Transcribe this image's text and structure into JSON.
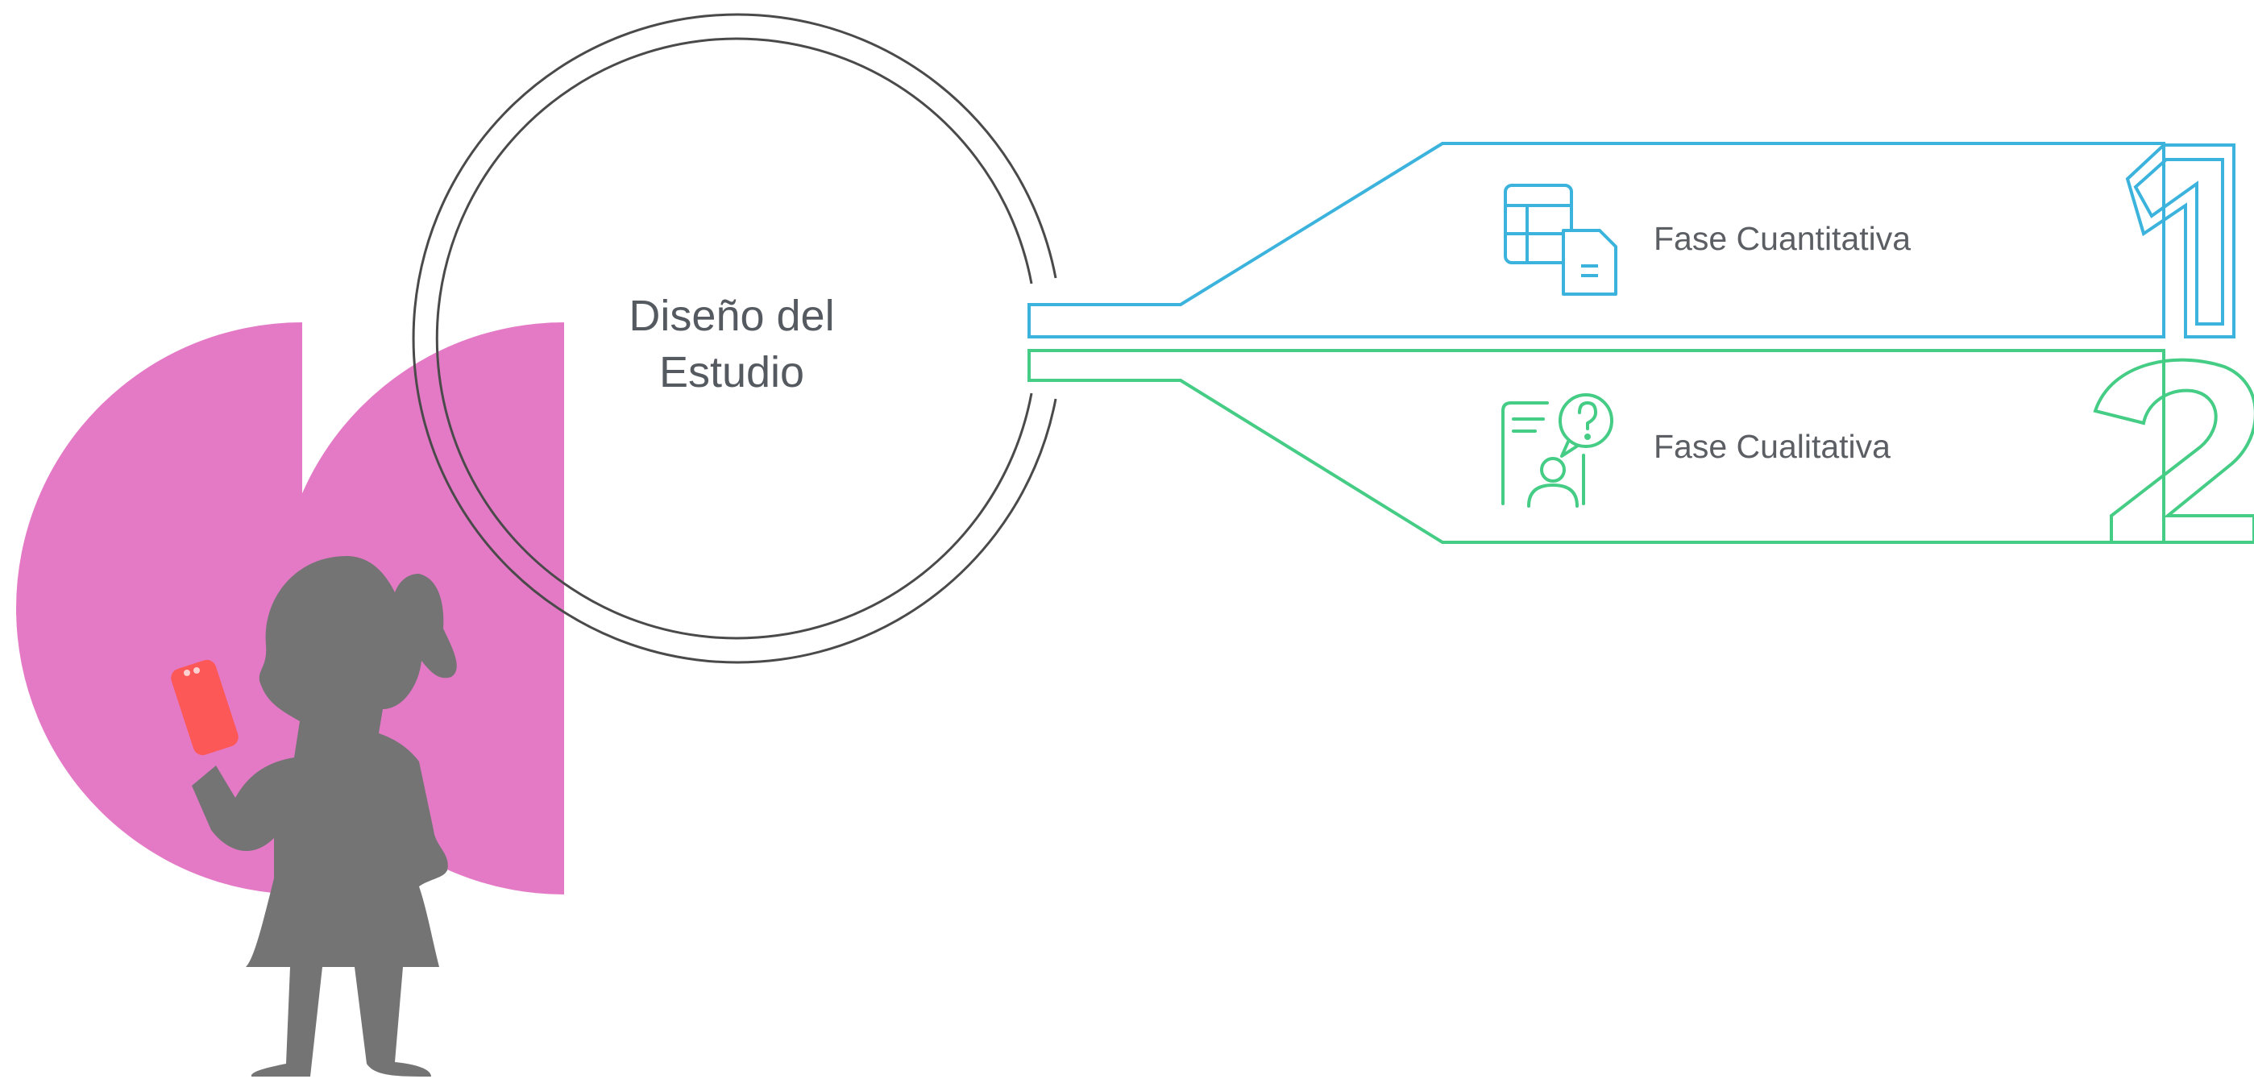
{
  "center": {
    "line1": "Diseño del",
    "line2": "Estudio"
  },
  "phases": [
    {
      "number": "1",
      "label": "Fase Cuantitativa",
      "icon": "table-document-icon",
      "color": "#3bb3dc"
    },
    {
      "number": "2",
      "label": "Fase Cualitativa",
      "icon": "user-question-icon",
      "color": "#45cc85"
    }
  ],
  "colors": {
    "accent_blue": "#3bb3dc",
    "accent_green": "#45cc85",
    "decor_pink": "#e47ac6",
    "silhouette": "#747474",
    "phone": "#fc5858"
  }
}
